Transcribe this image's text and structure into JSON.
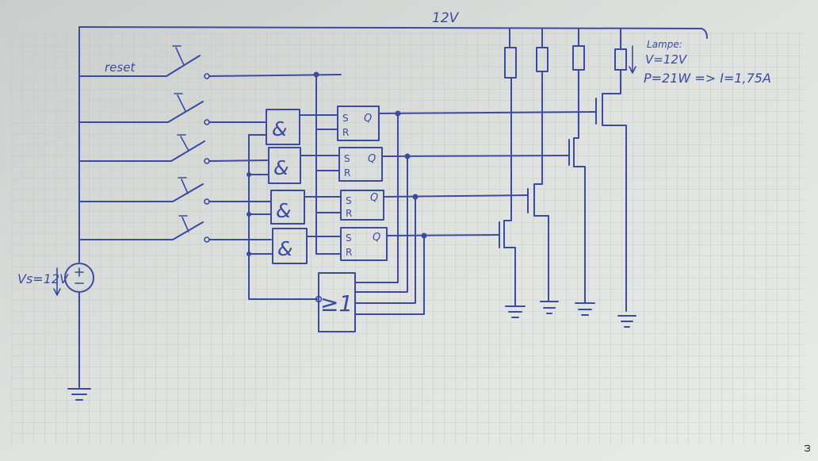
{
  "supply": {
    "rail_label": "12V",
    "source_label": "Vs=12V"
  },
  "switches": {
    "reset_label": "reset"
  },
  "gates": {
    "and_symbol": "&",
    "or_symbol": "≥1"
  },
  "flipflops": {
    "set_pin": "S",
    "reset_pin": "R",
    "output_pin": "Q"
  },
  "lamp": {
    "title": "Lampe:",
    "voltage": "V=12V",
    "power_current": "P=21W => I=1,75A"
  },
  "page_edge_mark": "ω",
  "colors": {
    "ink": "#3b4aa2",
    "paper": "#d9dcda",
    "grid": "#bcc6c6"
  }
}
